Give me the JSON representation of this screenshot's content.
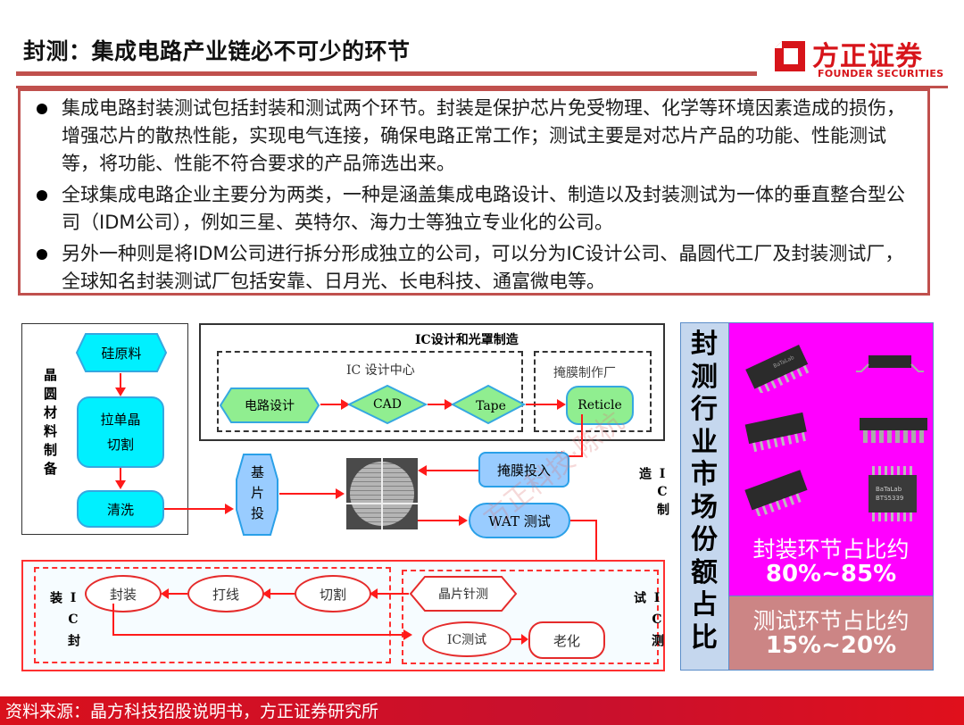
{
  "header": {
    "title": "封测：集成电路产业链必不可少的环节",
    "logo": {
      "cn": "方正证券",
      "en": "FOUNDER SECURITIES",
      "brand_color": "#d7141a"
    }
  },
  "bullets": [
    "集成电路封装测试包括封装和测试两个环节。封装是保护芯片免受物理、化学等环境因素造成的损伤，增强芯片的散热性能，实现电气连接，确保电路正常工作；测试主要是对芯片产品的功能、性能测试等，将功能、性能不符合要求的产品筛选出来。",
    "全球集成电路企业主要分为两类，一种是涵盖集成电路设计、制造以及封装测试为一体的垂直整合型公司（IDM公司），例如三星、英特尔、海力士等独立专业化的公司。",
    "另外一种则是将IDM公司进行拆分形成独立的公司，可以分为IC设计公司、晶圆代工厂及封装测试厂，全球知名封装测试厂包括安靠、日月光、长电科技、通富微电等。"
  ],
  "diagram": {
    "wafer_material": {
      "label": "晶圆材料制备",
      "steps": [
        "硅原料",
        "拉单晶\n切割",
        "清洗"
      ]
    },
    "ic_design": {
      "title": "IC设计和光罩制造",
      "design_center": {
        "label": "IC 设计中心",
        "steps": [
          "电路设计",
          "CAD",
          "Tape"
        ]
      },
      "mask_factory": {
        "label": "掩膜制作厂",
        "step": "Reticle"
      }
    },
    "ic_manufacture": {
      "label": "IC制造",
      "substrate": "基片投",
      "mask_input": "掩膜投入",
      "wat_test": "WAT 测试"
    },
    "ic_packaging": {
      "label": "IC封装",
      "steps": [
        "封装",
        "打线",
        "切割"
      ]
    },
    "ic_testing": {
      "label": "IC测试",
      "steps": [
        "晶片针测",
        "IC测试",
        "老化"
      ]
    }
  },
  "market_share": {
    "title": "封测行业市场份额占比",
    "packaging": {
      "label": "封装环节占比约",
      "value": "80%~85%",
      "color": "#ff00ff"
    },
    "testing": {
      "label": "测试环节占比约",
      "value": "15%~20%",
      "color": "#cc8585"
    },
    "chip_marks": [
      "BaTaLab",
      "BTS5339"
    ]
  },
  "watermark": "方正科技·陈杭",
  "footer": {
    "source": "资料来源：晶方科技招股说明书，方正证券研究所"
  }
}
